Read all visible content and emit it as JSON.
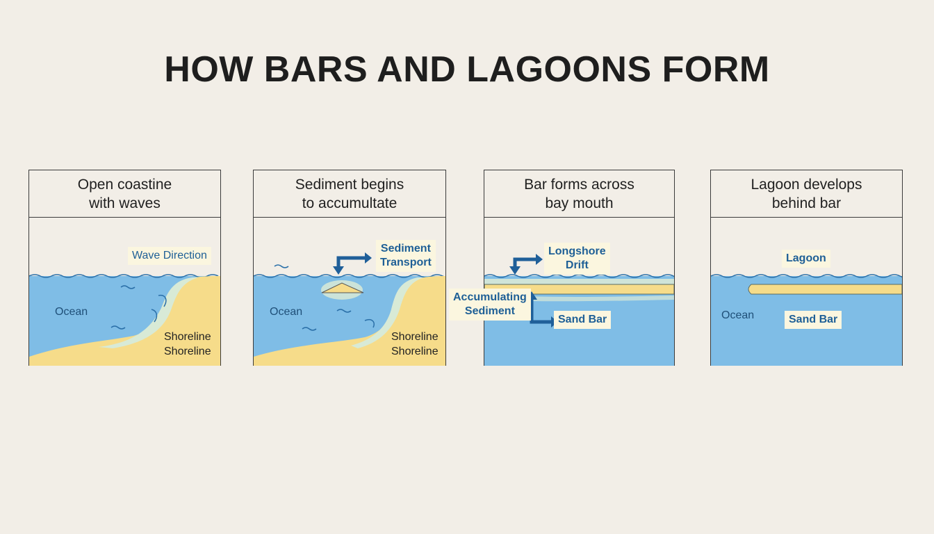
{
  "title": "HOW BARS AND LAGOONS FORM",
  "colors": {
    "water": "#7fbde6",
    "sand": "#f6dc8a",
    "foam": "#d8ead6",
    "arrow": "#1f5f99",
    "label_bg": "#fbf6df",
    "background": "#f2eee7"
  },
  "panels": [
    {
      "heading_line1": "Open coastine",
      "heading_line2": "with waves",
      "labels": {
        "wave_direction": "Wave Direction",
        "ocean": "Ocean",
        "shoreline_1": "Shoreline",
        "shoreline_2": "Shoreline"
      }
    },
    {
      "heading_line1": "Sediment begins",
      "heading_line2": "to accumultate",
      "labels": {
        "sediment_transport_1": "Sediment",
        "sediment_transport_2": "Transport",
        "ocean": "Ocean",
        "shoreline_1": "Shoreline",
        "shoreline_2": "Shoreline"
      }
    },
    {
      "heading_line1": "Bar forms across",
      "heading_line2": "bay mouth",
      "labels": {
        "longshore_1": "Longshore",
        "longshore_2": "Drift",
        "accumulating_1": "Accumulating",
        "accumulating_2": "Sediment",
        "sand_bar": "Sand Bar"
      }
    },
    {
      "heading_line1": "Lagoon develops",
      "heading_line2": "behind bar",
      "labels": {
        "lagoon": "Lagoon",
        "ocean": "Ocean",
        "sand_bar": "Sand Bar"
      }
    }
  ]
}
